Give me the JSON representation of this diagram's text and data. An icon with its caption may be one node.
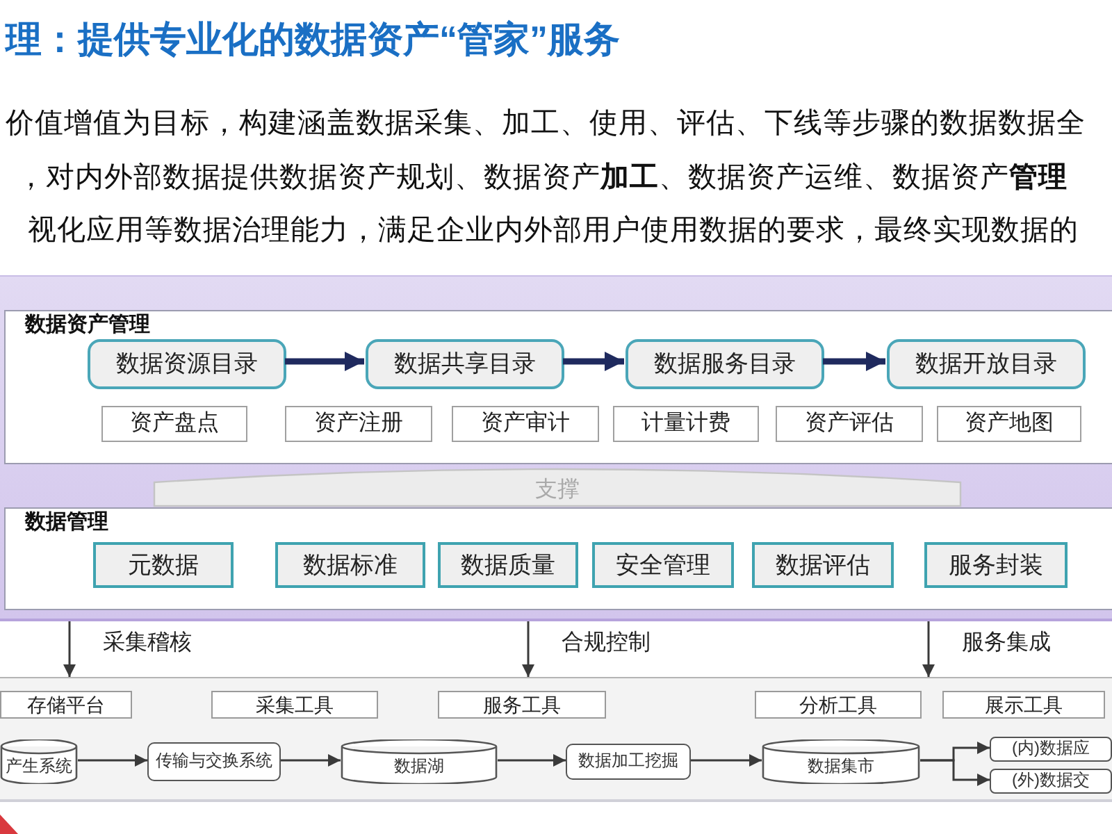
{
  "diagram": {
    "title": "理：提供专业化的数据资产“管家”服务",
    "nodes": [
      {
        "text": [],
        "shape": "box"
      },
      {
        "text": [
          "数据资产管理"
        ],
        "in": 0
      },
      {
        "text": [
          "数据资源目录"
        ],
        "in": 1
      },
      {
        "text": [
          "数据共享目录"
        ],
        "in": 1
      },
      {
        "text": [
          "数据服务目录"
        ],
        "in": 1
      },
      {
        "text": [
          "数据开放目录"
        ],
        "in": 1
      },
      {
        "text": [
          "资产盘点"
        ],
        "in": 1
      },
      {
        "text": [
          "资产注册"
        ],
        "in": 1
      },
      {
        "text": [
          "资产审计"
        ],
        "in": 1
      },
      {
        "text": [
          "计量计费"
        ],
        "in": 1
      },
      {
        "text": [
          "资产评估"
        ],
        "in": 1
      },
      {
        "text": [
          "资产地图"
        ],
        "in": 1
      },
      {
        "text": [
          "支撑"
        ],
        "in": 0
      },
      {
        "text": [
          "数据管理"
        ],
        "in": 0
      },
      {
        "text": [
          "元数据"
        ],
        "in": 13
      },
      {
        "text": [
          "数据标准"
        ],
        "in": 13
      },
      {
        "text": [
          "数据质量"
        ],
        "in": 13
      },
      {
        "text": [
          "安全管理"
        ],
        "in": 13
      },
      {
        "text": [
          "数据评估"
        ],
        "in": 13
      },
      {
        "text": [
          "服务封装"
        ],
        "in": 13
      },
      {
        "text": [],
        "shape": "box"
      },
      {
        "text": [
          "存储平台"
        ],
        "in": 20
      },
      {
        "text": [
          "采集工具"
        ],
        "in": 20
      },
      {
        "text": [
          "服务工具"
        ],
        "in": 20
      },
      {
        "text": [
          "分析工具"
        ],
        "in": 20
      },
      {
        "text": [
          "展示工具"
        ],
        "in": 20
      },
      {
        "text": [
          "产生系统"
        ],
        "in": 20
      },
      {
        "text": [
          "传输与交换系统"
        ],
        "in": 20
      },
      {
        "text": [
          "数据湖"
        ],
        "in": 20
      },
      {
        "text": [
          "数据加工挖掘"
        ],
        "in": 20
      },
      {
        "text": [
          "数据集市"
        ],
        "in": 20
      },
      {
        "text": [
          "(内)数据应"
        ],
        "in": 20
      },
      {
        "text": [
          "(外)数据交"
        ],
        "in": 20
      }
    ],
    "edges": [
      {
        "from": 2,
        "to": 3,
        "arrow": "to",
        "style": "thick",
        "color": "#1f2a5e"
      },
      {
        "from": 3,
        "to": 4,
        "arrow": "to",
        "style": "thick",
        "color": "#1f2a5e"
      },
      {
        "from": 4,
        "to": 5,
        "arrow": "to",
        "style": "thick",
        "color": "#1f2a5e"
      },
      {
        "from": 0,
        "to": 20,
        "arrow": "to",
        "label": "采集稽核"
      },
      {
        "from": 0,
        "to": 20,
        "arrow": "to",
        "label": "合规控制"
      },
      {
        "from": 0,
        "to": 20,
        "arrow": "to",
        "label": "服务集成"
      },
      {
        "from": 26,
        "to": 27,
        "arrow": "to"
      },
      {
        "from": 27,
        "to": 28,
        "arrow": "to"
      },
      {
        "from": 28,
        "to": 29,
        "arrow": "to"
      },
      {
        "from": 29,
        "to": 30,
        "arrow": "to"
      },
      {
        "from": 30,
        "to": 31,
        "arrow": "to"
      },
      {
        "from": 30,
        "to": 32,
        "arrow": "to"
      }
    ],
    "labels": [
      "价值增值为目标，构建涵盖数据采集、加工、使用、评估、下线等步骤的数据数据全",
      "，对内外部数据提供数据资产规划、数据资产**加工**、数据资产运维、数据资产**管理**",
      "视化应用等数据治理能力，满足企业内外部用户使用数据的要求，最终实现数据的"
    ]
  }
}
